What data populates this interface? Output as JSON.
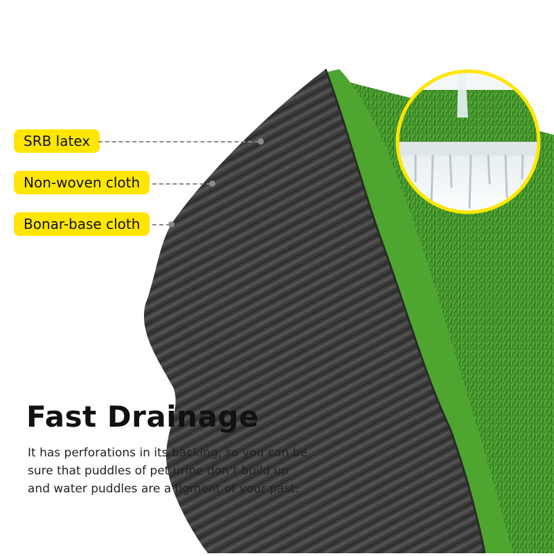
{
  "colors": {
    "accent": "#ffe600",
    "turf": "#3f8f2a",
    "backing": "#3b3b3b"
  },
  "callouts": [
    {
      "label": "SRB latex"
    },
    {
      "label": "Non-woven cloth"
    },
    {
      "label": "Bonar-base cloth"
    }
  ],
  "headline": "Fast Drainage",
  "description": {
    "lines": [
      "It has perforations in its backing, so you can be",
      "sure that puddles of pet urine don’t build up",
      "and water puddles are a figment of your past."
    ]
  }
}
